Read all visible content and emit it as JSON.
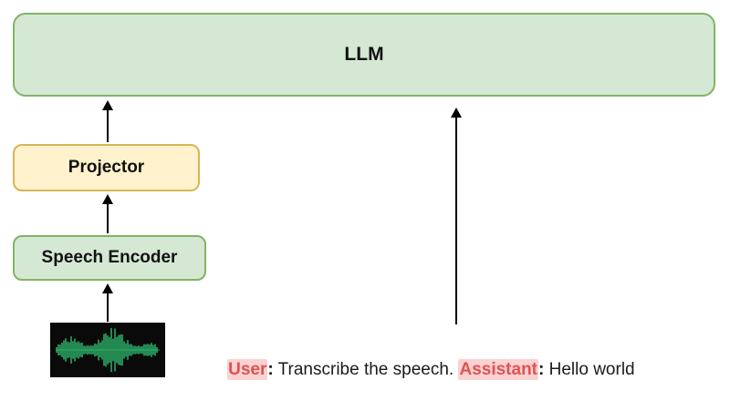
{
  "diagram": {
    "llm": {
      "label": "LLM"
    },
    "projector": {
      "label": "Projector"
    },
    "speech_encoder": {
      "label": "Speech Encoder"
    },
    "prompt": {
      "user_label": "User",
      "user_colon": ":",
      "user_text": " Transcribe the speech. ",
      "assistant_label": "Assistant",
      "assistant_colon": ":",
      "assistant_text": " Hello world"
    }
  },
  "colors": {
    "llm_fill": "#d5e8d4",
    "llm_border": "#82b366",
    "projector_fill": "#fff2cc",
    "projector_border": "#d6b656",
    "encoder_fill": "#d5e8d4",
    "encoder_border": "#82b366",
    "highlight_text": "#e05252",
    "highlight_bg": "#fbd2d2",
    "waveform": "#2fbf71",
    "waveform_bg": "#0a0a0a",
    "arrow": "#000000"
  }
}
